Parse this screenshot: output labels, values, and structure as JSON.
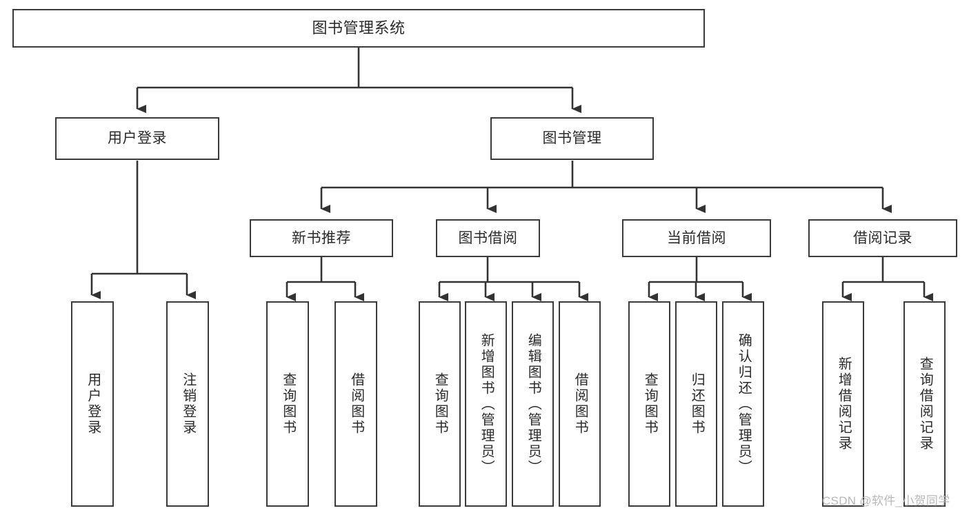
{
  "diagram": {
    "title": "图书管理系统",
    "type": "tree-hierarchy",
    "nodes": {
      "root": {
        "label": "图书管理系统"
      },
      "level2": [
        {
          "id": "user-login",
          "label": "用户登录"
        },
        {
          "id": "book-management",
          "label": "图书管理"
        }
      ],
      "level3": [
        {
          "id": "new-book-recommend",
          "label": "新书推荐"
        },
        {
          "id": "book-borrow",
          "label": "图书借阅"
        },
        {
          "id": "current-borrow",
          "label": "当前借阅"
        },
        {
          "id": "borrow-record",
          "label": "借阅记录"
        }
      ],
      "leaves": [
        {
          "id": "leaf-user-login",
          "label": "用户登录",
          "parent": "user-login"
        },
        {
          "id": "leaf-logout-login",
          "label": "注销登录",
          "parent": "user-login"
        },
        {
          "id": "leaf-query-book-1",
          "label": "查询图书",
          "parent": "new-book-recommend"
        },
        {
          "id": "leaf-borrow-book-1",
          "label": "借阅图书",
          "parent": "new-book-recommend"
        },
        {
          "id": "leaf-query-book-2",
          "label": "查询图书",
          "parent": "book-borrow"
        },
        {
          "id": "leaf-add-book",
          "label": "新增图书（管理员）",
          "parent": "book-borrow"
        },
        {
          "id": "leaf-edit-book",
          "label": "编辑图书（管理员）",
          "parent": "book-borrow"
        },
        {
          "id": "leaf-borrow-book-2",
          "label": "借阅图书",
          "parent": "book-borrow"
        },
        {
          "id": "leaf-query-book-3",
          "label": "查询图书",
          "parent": "current-borrow"
        },
        {
          "id": "leaf-return-book",
          "label": "归还图书",
          "parent": "current-borrow"
        },
        {
          "id": "leaf-confirm-return",
          "label": "确认归还（管理员）",
          "parent": "current-borrow"
        },
        {
          "id": "leaf-add-record",
          "label": "新增借阅记录",
          "parent": "borrow-record"
        },
        {
          "id": "leaf-query-record",
          "label": "查询借阅记录",
          "parent": "borrow-record"
        }
      ]
    },
    "colors": {
      "box_border": "#3a3a3a",
      "box_fill": "#ffffff",
      "text": "#2b2b2b",
      "connector": "#333333",
      "watermark": "#b9b9b9",
      "canvas": "#ffffff"
    }
  },
  "watermark": {
    "text": "CSDN @软件_小贺同学"
  }
}
